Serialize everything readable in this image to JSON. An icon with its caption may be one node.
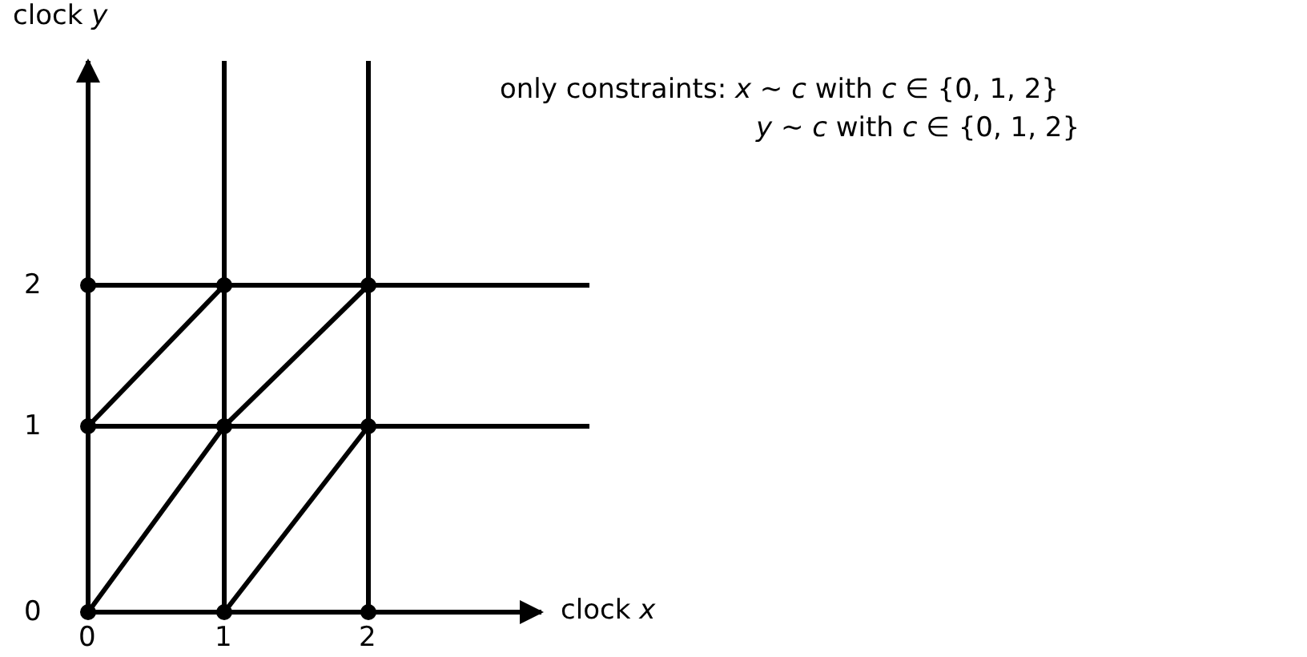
{
  "diagram": {
    "labels": [
      "clock *y*",
      "only constraints: *x* ∼ *c* with *c* ∈ {0, 1, 2}",
      "*y* ∼ *c* with *c* ∈ {0, 1, 2}",
      "2",
      "1",
      "0",
      "clock *x*",
      "0",
      "1",
      "2"
    ]
  }
}
